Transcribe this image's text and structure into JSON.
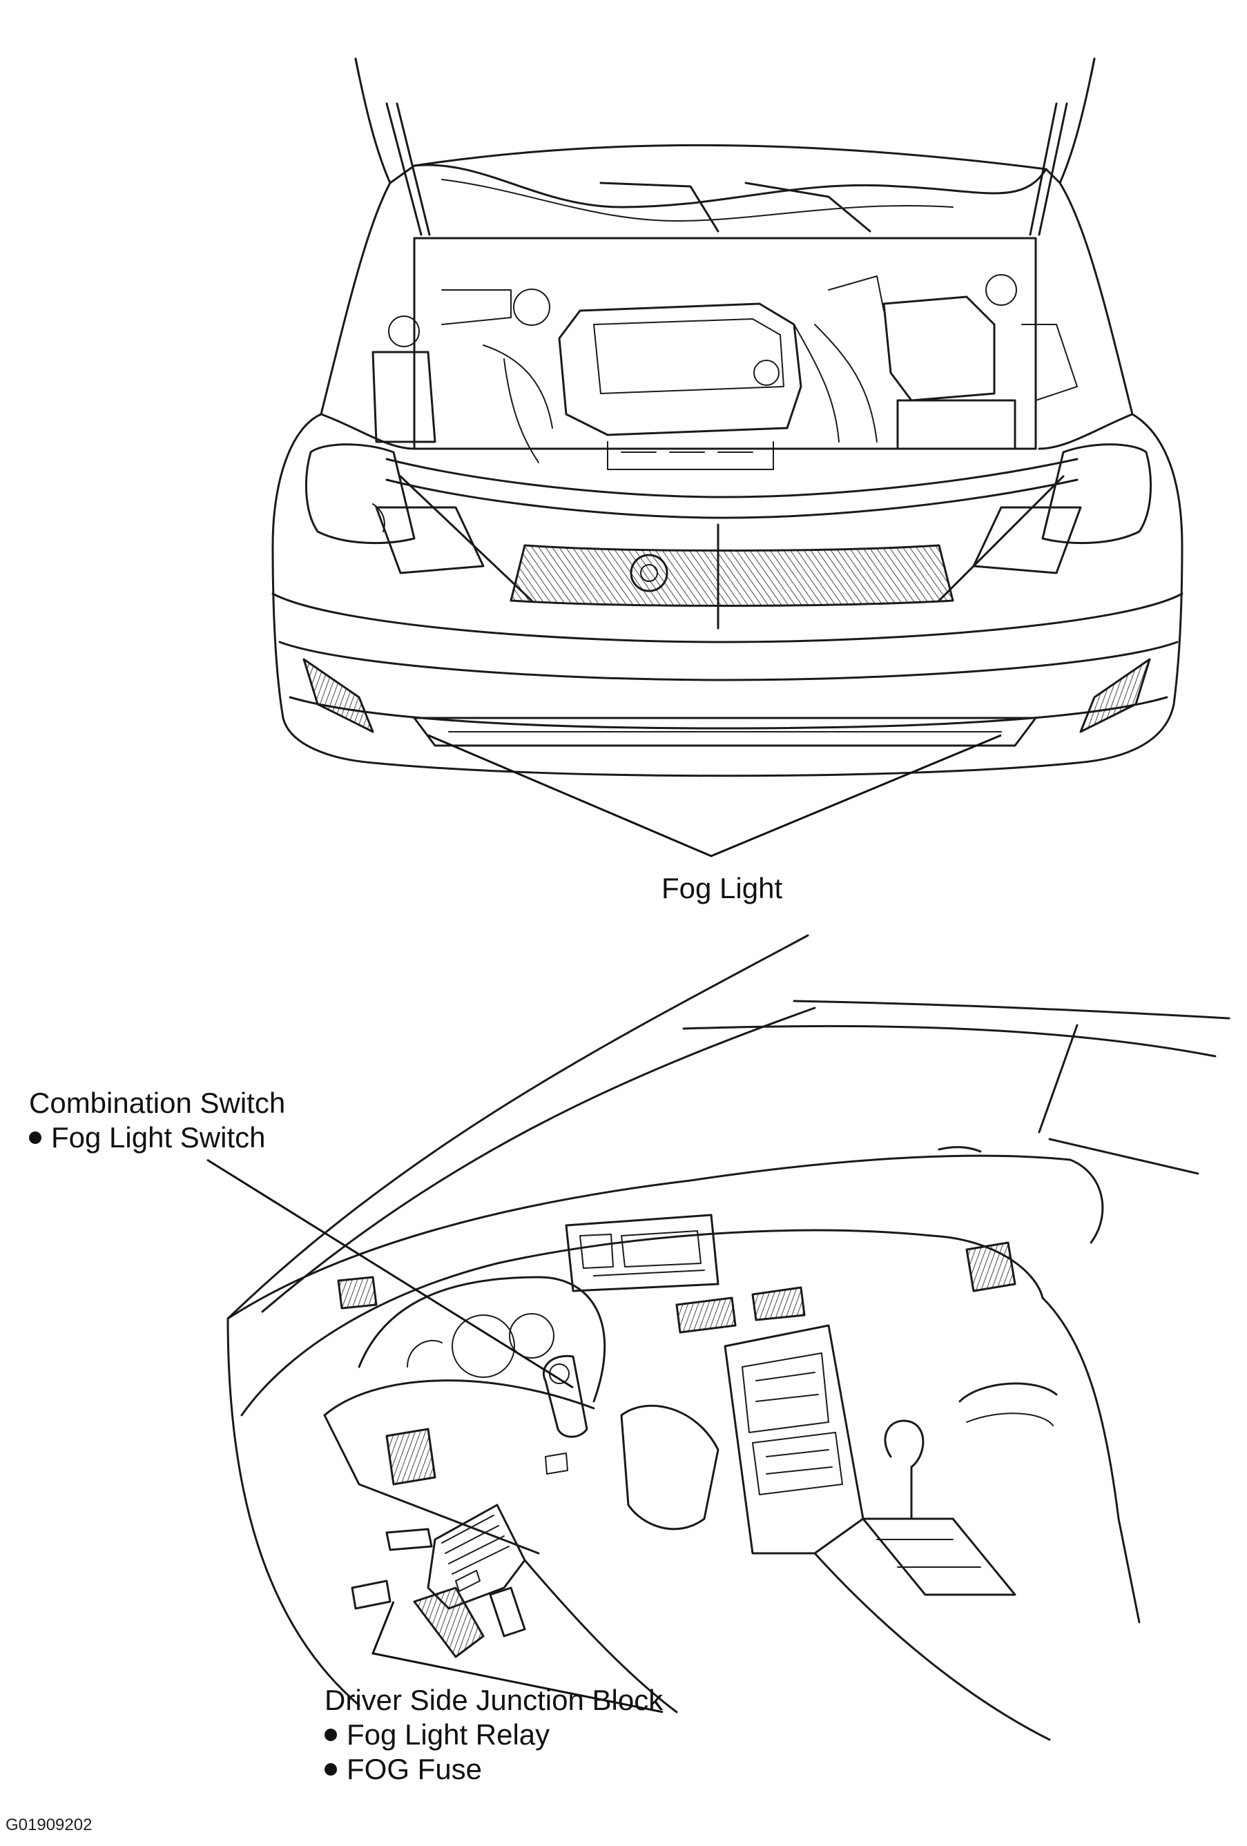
{
  "diagram": {
    "figure_code": "G01909202",
    "engine_view": {
      "labels": {
        "fog_light": "Fog Light"
      }
    },
    "dashboard_view": {
      "labels": {
        "combination_switch": "Combination Switch",
        "fog_light_switch": "Fog Light Switch",
        "junction_block": "Driver Side Junction Block",
        "fog_light_relay": "Fog Light Relay",
        "fog_fuse": "FOG Fuse"
      }
    }
  }
}
